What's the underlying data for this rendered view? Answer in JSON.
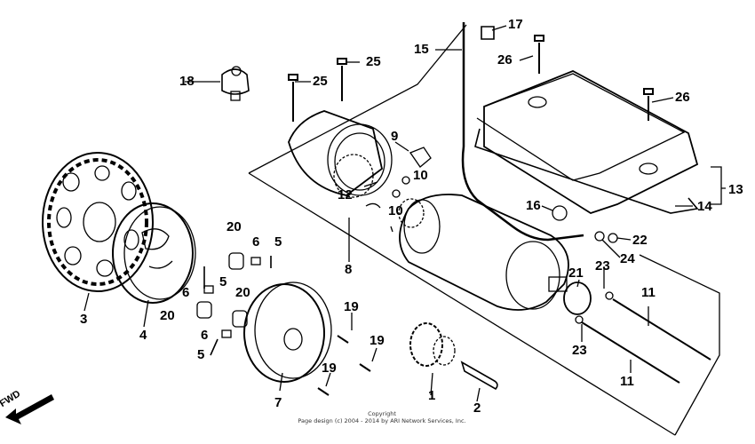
{
  "labels": {
    "p1": "1",
    "p2": "2",
    "p3": "3",
    "p4": "4",
    "p5a": "5",
    "p5b": "5",
    "p5c": "5",
    "p6a": "6",
    "p6b": "6",
    "p6c": "6",
    "p7": "7",
    "p8": "8",
    "p9": "9",
    "p10a": "10",
    "p10b": "10",
    "p11a": "11",
    "p11b": "11",
    "p12": "12",
    "p13": "13",
    "p14": "14",
    "p15": "15",
    "p16": "16",
    "p17": "17",
    "p18": "18",
    "p19a": "19",
    "p19b": "19",
    "p19c": "19",
    "p20a": "20",
    "p20b": "20",
    "p20c": "20",
    "p21": "21",
    "p22": "22",
    "p23a": "23",
    "p23b": "23",
    "p24": "24",
    "p25a": "25",
    "p25b": "25",
    "p26a": "26",
    "p26b": "26"
  },
  "direction": "FWD",
  "copyright": {
    "line1": "Copyright",
    "line2": "Page design (c) 2004 - 2014 by ARI Network Services, Inc."
  }
}
